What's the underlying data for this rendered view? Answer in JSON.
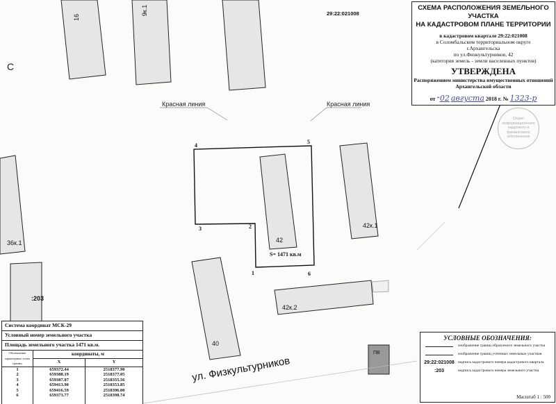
{
  "title_box": {
    "title_line1": "СХЕМА РАСПОЛОЖЕНИЯ ЗЕМЕЛЬНОГО УЧАСТКА",
    "title_line2": "НА КАДАСТРОВОМ ПЛАНЕ ТЕРРИТОРИИ",
    "quarter": "в кадастровом квартале 29:22:021008",
    "district": "в Соломбальском территориальном округе",
    "city": "г.Архангельска",
    "address": "по ул.Физкультурников, 42",
    "category": "(категория земель - земли населенных пунктов)",
    "approved": "УТВЕРЖДЕНА",
    "order_line1": "Распоряжением министерства имущественных отношений",
    "order_line2": "Архангельской области",
    "date_prefix": "от \"",
    "day": "02",
    "month": "августа",
    "year_text": "2018 г. №",
    "number": "1323-р"
  },
  "map": {
    "quarter_label": "29:22:021008",
    "red_line_left": "Красная линия",
    "red_line_right": "Красная линия",
    "area_label": "S= 1471 кв.м",
    "parcel_label": ":203",
    "north_letter": "С",
    "street": "ул. Физкультурников",
    "points": [
      "1",
      "2",
      "3",
      "4",
      "5",
      "6"
    ],
    "buildings": {
      "b16": "16",
      "b9k1": "9к.1",
      "b42": "42",
      "b42k1": "42к.1",
      "b42k2": "42к.2",
      "b36k1": "36к.1",
      "b40": "40",
      "pv": "ПВ"
    }
  },
  "stamp": {
    "text": "Отдел информационного кадрового и финансового обеспечения"
  },
  "coord_table": {
    "system": "Система координат МСК-29",
    "cond_number": "Условный номер земельного участка",
    "area": "Площадь земельного участка  1471 кв.м.",
    "col_point": "Обозначение характерных точек границ",
    "col_coords": "координаты, м",
    "col_x": "X",
    "col_y": "Y",
    "rows": [
      {
        "n": "1",
        "x": "659372.44",
        "y": "2518377.90"
      },
      {
        "n": "2",
        "x": "659388.19",
        "y": "2518377.05"
      },
      {
        "n": "3",
        "x": "659387.07",
        "y": "2518355.56"
      },
      {
        "n": "4",
        "x": "659413.90",
        "y": "2518353.85"
      },
      {
        "n": "5",
        "x": "659416.59",
        "y": "2518396.00"
      },
      {
        "n": "6",
        "x": "659373.77",
        "y": "2518398.74"
      }
    ]
  },
  "legend": {
    "title": "УСЛОВНЫЕ ОБОЗНАЧЕНИЯ:",
    "items": [
      {
        "symbol": "",
        "text": "изображение границ образуемого земельного участка"
      },
      {
        "symbol": "",
        "text": "изображение границ учтенных земельных участков"
      },
      {
        "symbol": "29:22:021008",
        "text": "надпись кадастрового номера кадастрового квартала"
      },
      {
        "symbol": ":203",
        "text": "надпись кадастрового номера земельного участка"
      }
    ],
    "scale": "Масштаб  1 : 500"
  }
}
